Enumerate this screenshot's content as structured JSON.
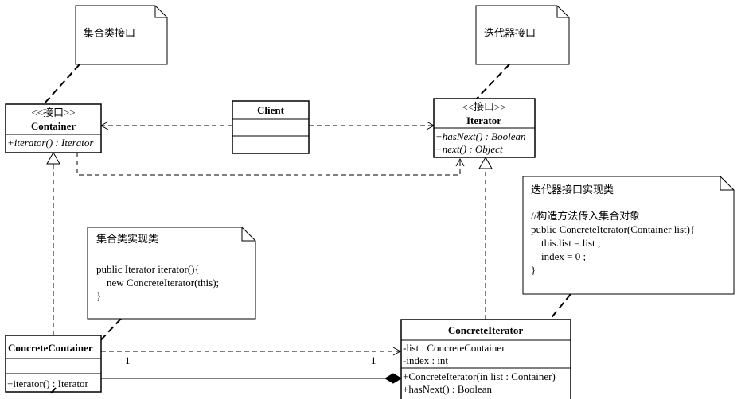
{
  "notes": {
    "container_note": "集合类接口",
    "iterator_note": "迭代器接口",
    "concrete_container_note": {
      "title": "集合类实现类",
      "lines": [
        "public Iterator iterator(){",
        "    new ConcreteIterator(this);",
        "}"
      ]
    },
    "concrete_iterator_note": {
      "title": "迭代器接口实现类",
      "lines": [
        "//构造方法传入集合对象",
        "public ConcreteIterator(Container list){",
        "    this.list = list ;",
        "    index = 0 ;",
        "}"
      ]
    }
  },
  "classes": {
    "container": {
      "stereotype": "<<接口>>",
      "name": "Container",
      "methods": [
        "+iterator() : Iterator"
      ]
    },
    "client": {
      "name": "Client"
    },
    "iterator": {
      "stereotype": "<<接口>>",
      "name": "Iterator",
      "methods": [
        "+hasNext() : Boolean",
        "+next() : Object"
      ]
    },
    "concrete_container": {
      "name": "ConcreteContainer",
      "methods": [
        "+iterator() : Iterator"
      ]
    },
    "concrete_iterator": {
      "name": "ConcreteIterator",
      "attributes": [
        "-list : ConcreteContainer",
        "-index : int"
      ],
      "methods": [
        "+ConcreteIterator(in list : Container)",
        "+hasNext() : Boolean"
      ]
    }
  },
  "multiplicities": {
    "left": "1",
    "right": "1"
  }
}
